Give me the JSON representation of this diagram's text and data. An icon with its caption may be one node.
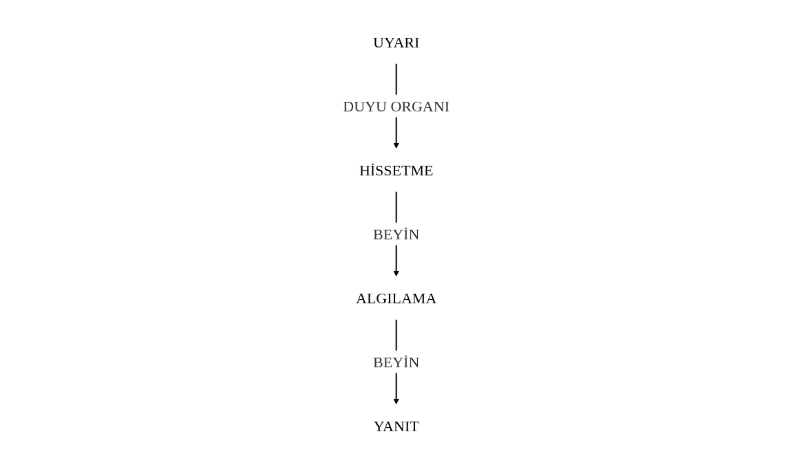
{
  "diagram": {
    "nodes": [
      {
        "text": [
          "UYARI"
        ]
      },
      {
        "text": [
          "HİSSETME"
        ]
      },
      {
        "text": [
          "ALGILAMA"
        ]
      },
      {
        "text": [
          "YANIT"
        ]
      }
    ],
    "edges": [
      {
        "from": 0,
        "to": 1,
        "arrow": "to",
        "label": "DUYU ORGANI"
      },
      {
        "from": 1,
        "to": 2,
        "arrow": "to",
        "label": "BEYİN"
      },
      {
        "from": 2,
        "to": 3,
        "arrow": "to",
        "label": "BEYİN"
      }
    ]
  }
}
